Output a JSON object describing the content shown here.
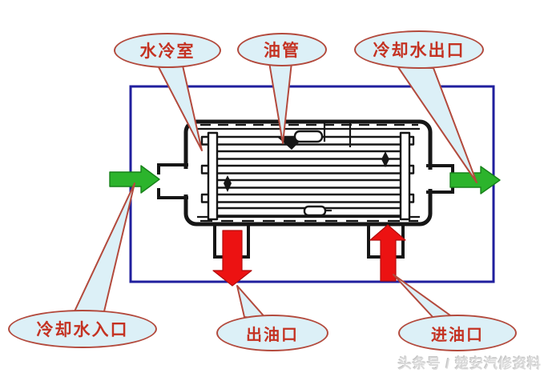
{
  "labels": {
    "water_chamber": "水冷室",
    "oil_pipe": "油管",
    "cooling_water_outlet": "冷却水出口",
    "cooling_water_inlet": "冷却水入口",
    "oil_outlet": "出油口",
    "oil_inlet": "进油口"
  },
  "watermark": "头条号 / 楚安汽修资料",
  "arrows": {
    "water_inlet_icon": "green-arrow-right",
    "water_outlet_icon": "green-arrow-right",
    "oil_outlet_icon": "red-arrow-down",
    "oil_inlet_icon": "red-arrow-up"
  },
  "colors": {
    "frame_blue": "#201f9e",
    "callout_border": "#b34a3d",
    "callout_fill": "#dcf0f7",
    "callout_text": "#c43222",
    "leader_line": "#b34a3d",
    "water_arrow_green": "#2cb42c",
    "oil_arrow_red": "#ec1212",
    "drawing_black": "#161616",
    "watermark_gray": "#dadada"
  }
}
